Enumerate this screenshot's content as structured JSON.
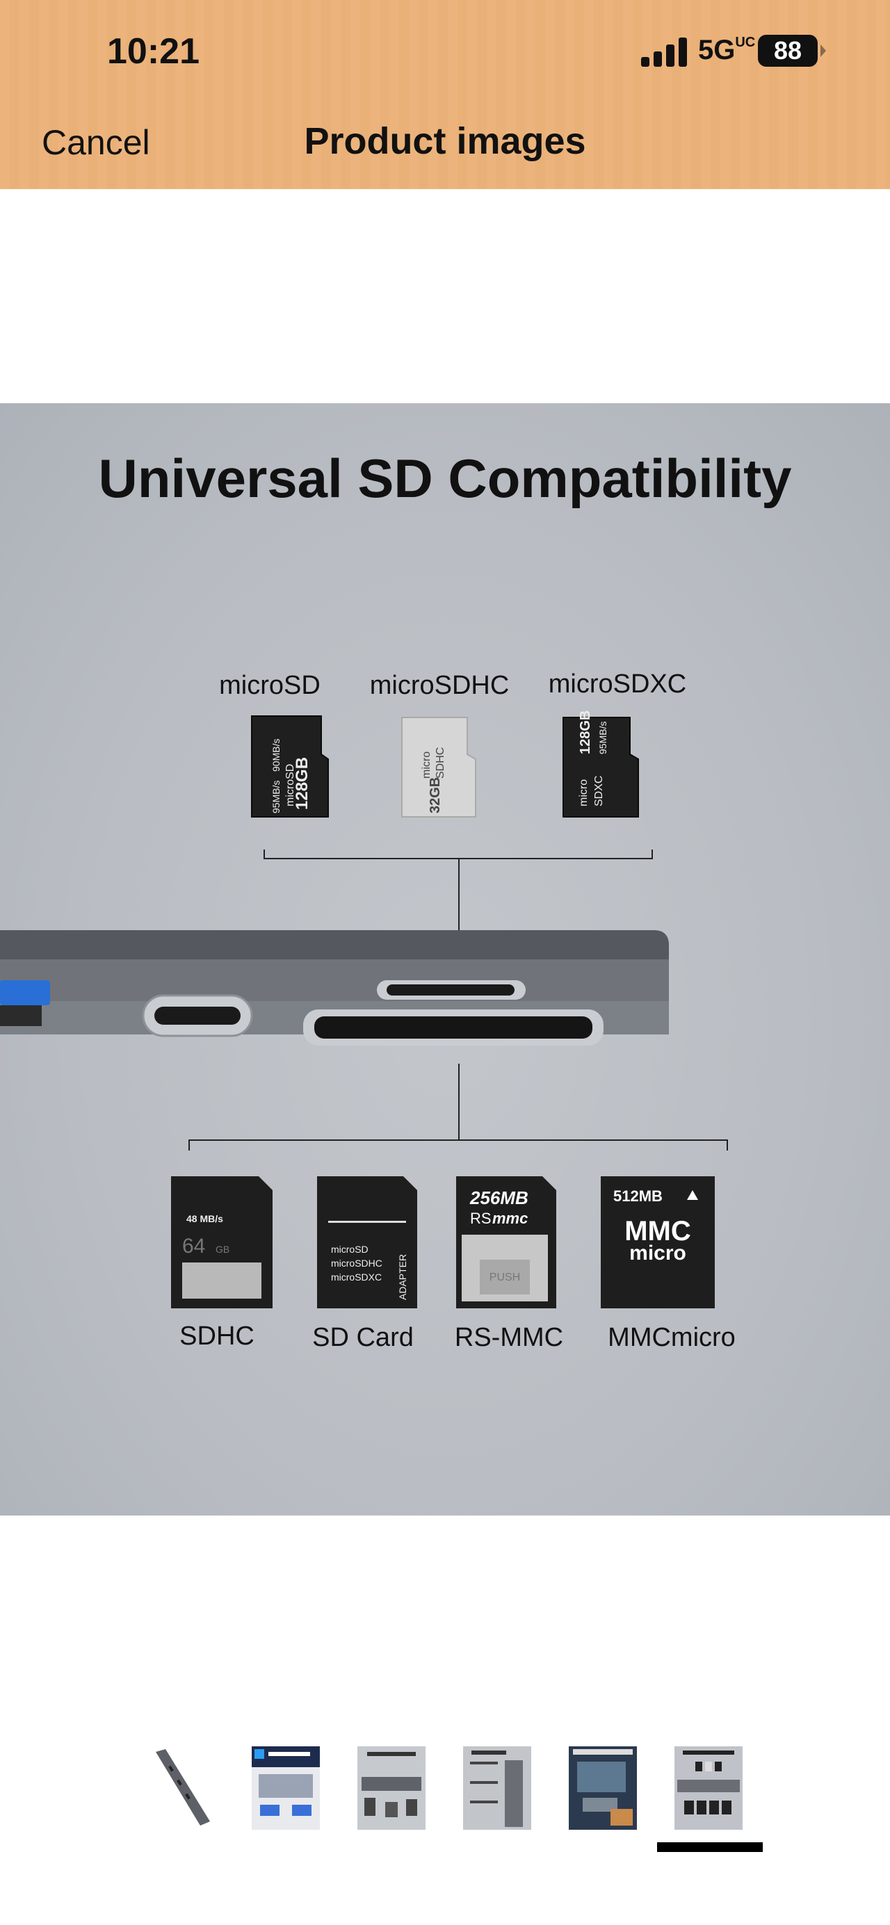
{
  "status_bar": {
    "time": "10:21",
    "network": "5G",
    "network_sup": "UC",
    "battery": "88"
  },
  "nav": {
    "cancel_label": "Cancel",
    "title": "Product images"
  },
  "image": {
    "heading": "Universal SD Compatibility",
    "micro_cards": [
      {
        "label": "microSD",
        "card_text": [
          "95MB/s",
          "90MB/s",
          "128GB",
          "microSD"
        ]
      },
      {
        "label": "microSDHC",
        "card_text": [
          "micro",
          "SDHC",
          "32GB"
        ]
      },
      {
        "label": "microSDXC",
        "card_text": [
          "128GB",
          "95MB/s",
          "micro",
          "SDXC"
        ]
      }
    ],
    "full_cards": [
      {
        "label": "SDHC",
        "card_text": [
          "48 MB/s",
          "64",
          "GB"
        ]
      },
      {
        "label": "SD Card",
        "card_text": [
          "microSD",
          "microSDHC",
          "microSDXC",
          "ADAPTER"
        ]
      },
      {
        "label": "RS-MMC",
        "card_text": [
          "256MB",
          "RS",
          "mmc",
          "PUSH"
        ]
      },
      {
        "label": "MMCmicro",
        "card_text": [
          "512MB",
          "MMC",
          "micro"
        ]
      }
    ]
  },
  "thumbnails": [
    {
      "name": "hub-side-view"
    },
    {
      "name": "made-for-macbook"
    },
    {
      "name": "massive-expansion"
    },
    {
      "name": "one-port-every-function"
    },
    {
      "name": "crystal-clear-media-display"
    },
    {
      "name": "universal-sd-compatibility",
      "selected": true
    }
  ],
  "colors": {
    "header_bg": "#ecb47c",
    "hero_bg": "#bcc0c6",
    "card_dark": "#222222"
  }
}
